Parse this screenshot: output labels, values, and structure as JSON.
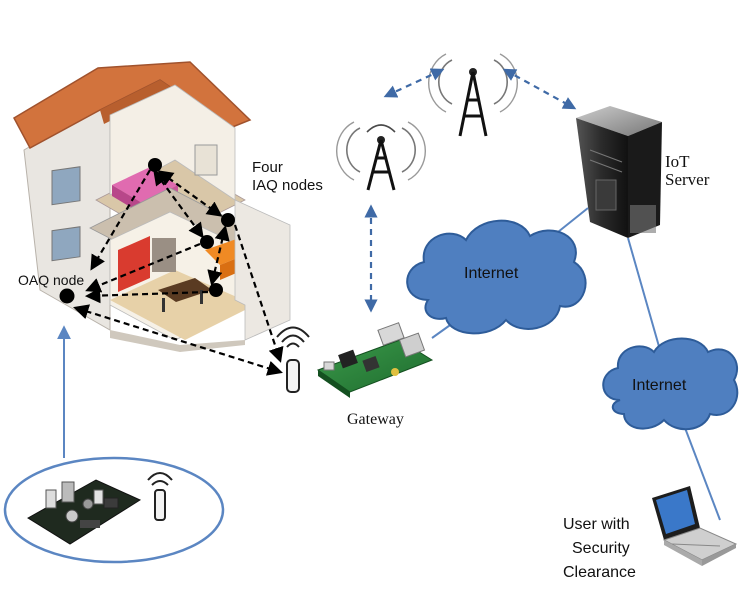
{
  "labels": {
    "iaq_line1": "Four",
    "iaq_line2": "IAQ nodes",
    "oaq": "OAQ node",
    "gateway": "Gateway",
    "server_line1": "IoT",
    "server_line2": "Server",
    "internet_main": "Internet",
    "internet_user": "Internet",
    "user_line1": "User with",
    "user_line2": "Security",
    "user_line3": "Clearance"
  },
  "colors": {
    "cloud_fill": "#4f7fc0",
    "cloud_stroke": "#2e5c99",
    "link_blue": "#5b86c2",
    "dashed_blue": "#3f6aa6",
    "dashed_black": "#000000",
    "roof": "#d2733d"
  },
  "icons": {
    "tower_left": "radio-tower-icon",
    "tower_top": "radio-tower-icon",
    "antenna_gateway": "antenna-icon",
    "antenna_sensor": "antenna-icon",
    "server": "server-icon",
    "laptop": "laptop-icon",
    "house": "house-cutaway-illustration",
    "gateway_board": "raspberry-pi-board-illustration",
    "sensor_board": "sensor-board-illustration"
  }
}
